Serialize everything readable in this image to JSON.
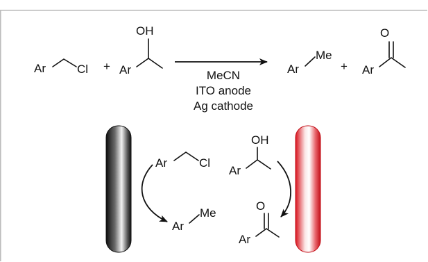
{
  "colors": {
    "border": "#bdbdbd",
    "text": "#111111",
    "cathode_dark": "#111111",
    "cathode_light": "#ffffff",
    "anode_red": "#d8121c",
    "anode_light": "#ffffff"
  },
  "equation": {
    "reactant1": {
      "aryl": "Ar",
      "halide": "Cl"
    },
    "plus1": "+",
    "reactant2": {
      "hydroxyl": "OH",
      "aryl": "Ar"
    },
    "conditions": {
      "solvent": "MeCN",
      "anode": "ITO anode",
      "cathode": "Ag cathode"
    },
    "product1": {
      "aryl": "Ar",
      "methyl": "Me"
    },
    "plus2": "+",
    "product2": {
      "oxygen": "O",
      "aryl": "Ar"
    }
  },
  "cell": {
    "cathode_half": {
      "substrate": {
        "aryl": "Ar",
        "halide": "Cl"
      },
      "product": {
        "aryl": "Ar",
        "methyl": "Me"
      }
    },
    "anode_half": {
      "substrate": {
        "hydroxyl": "OH",
        "aryl": "Ar"
      },
      "product": {
        "oxygen": "O",
        "aryl": "Ar"
      }
    },
    "electrodes": [
      "grey-electrode",
      "red-electrode"
    ]
  }
}
